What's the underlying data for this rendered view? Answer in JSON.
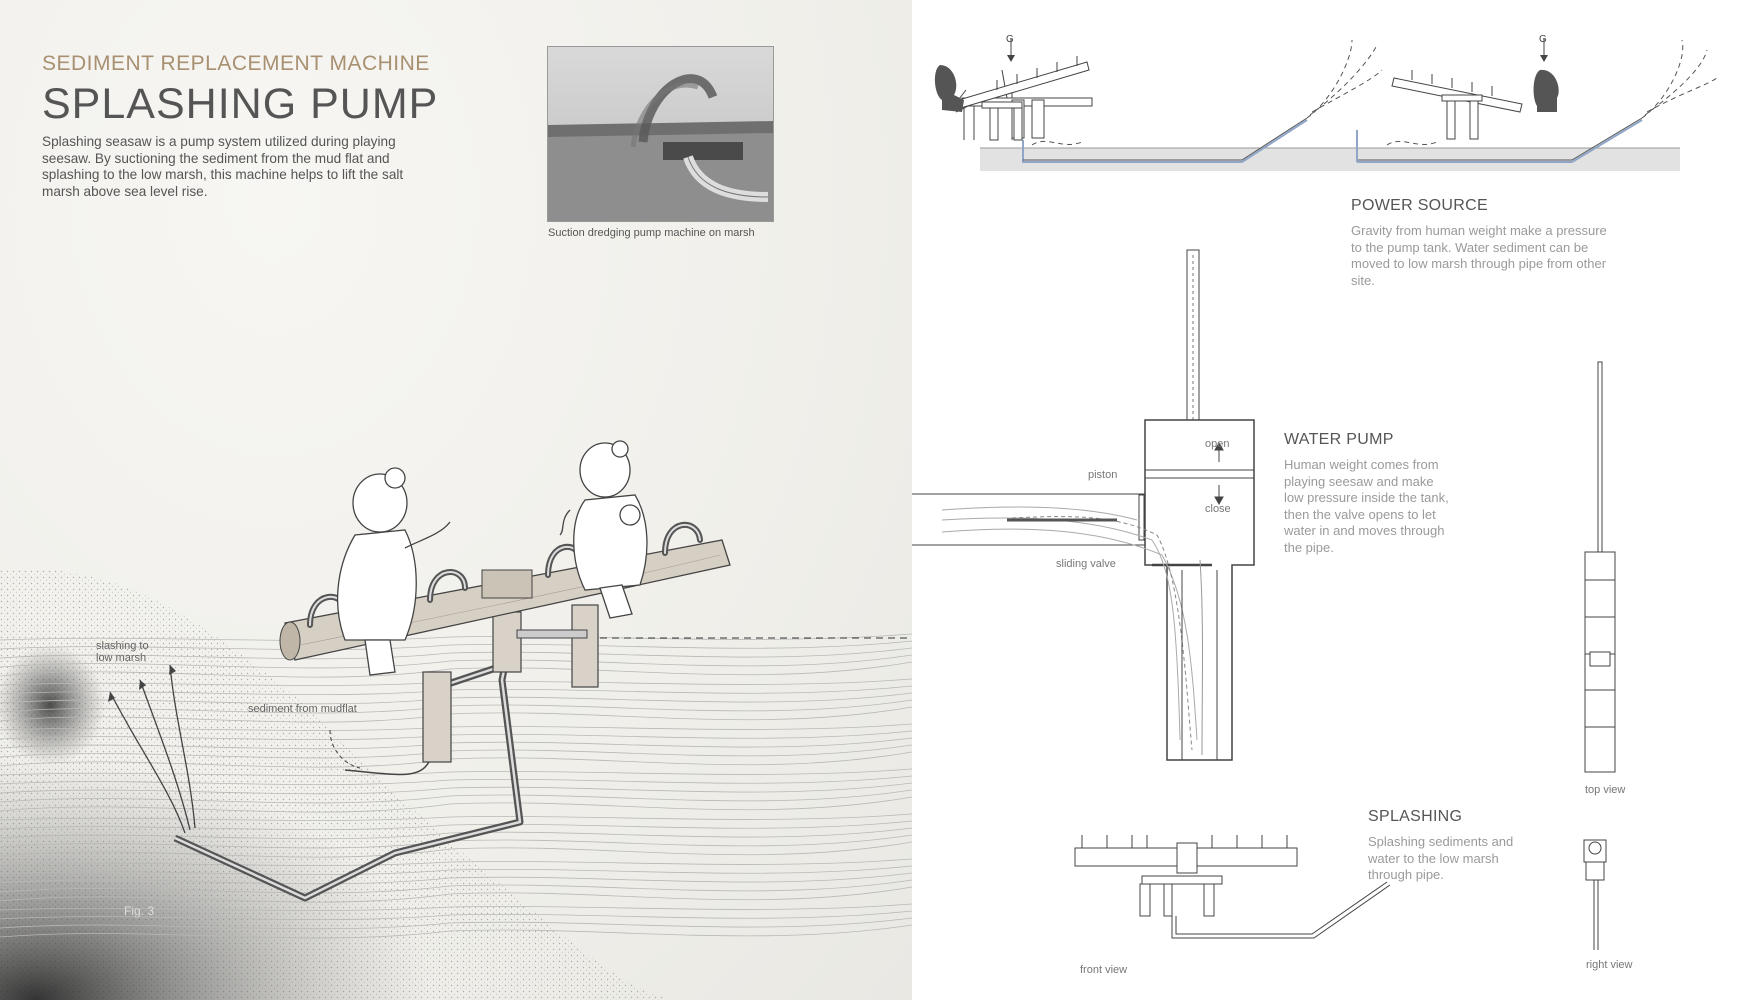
{
  "header": {
    "subtitle": "SEDIMENT REPLACEMENT MACHINE",
    "title": "SPLASHING PUMP",
    "intro": "Splashing seasaw is a pump system utilized during playing seesaw. By suctioning the sediment from the mud flat and splashing to the low marsh, this machine helps to lift the salt marsh above sea level rise."
  },
  "photo": {
    "caption": "Suction dredging pump machine on marsh"
  },
  "axon": {
    "label_splash": [
      "slashing to",
      "low marsh"
    ],
    "label_sediment": "sediment from mudflat",
    "fig": "Fig. 3"
  },
  "power_source": {
    "heading": "POWER SOURCE",
    "text": "Gravity from human weight make a pressure to the pump tank. Water sediment can be moved to low marsh through pipe from other site.",
    "gravity_symbol": "G"
  },
  "water_pump": {
    "heading": "WATER PUMP",
    "text": "Human weight comes from playing seesaw and make low pressure inside the tank, then the valve opens to let water in and moves through the pipe.",
    "labels": {
      "piston": "piston",
      "open": "open",
      "close": "close",
      "sliding_valve": "sliding valve"
    }
  },
  "splashing": {
    "heading": "SPLASHING",
    "text": "Splashing sediments and water to the low marsh through pipe."
  },
  "views": {
    "top": "top view",
    "front": "front view",
    "right": "right view"
  },
  "colors": {
    "accent": "#a89070",
    "pipe_blue": "#8fa6c8",
    "ground": "#e2e2e2"
  }
}
